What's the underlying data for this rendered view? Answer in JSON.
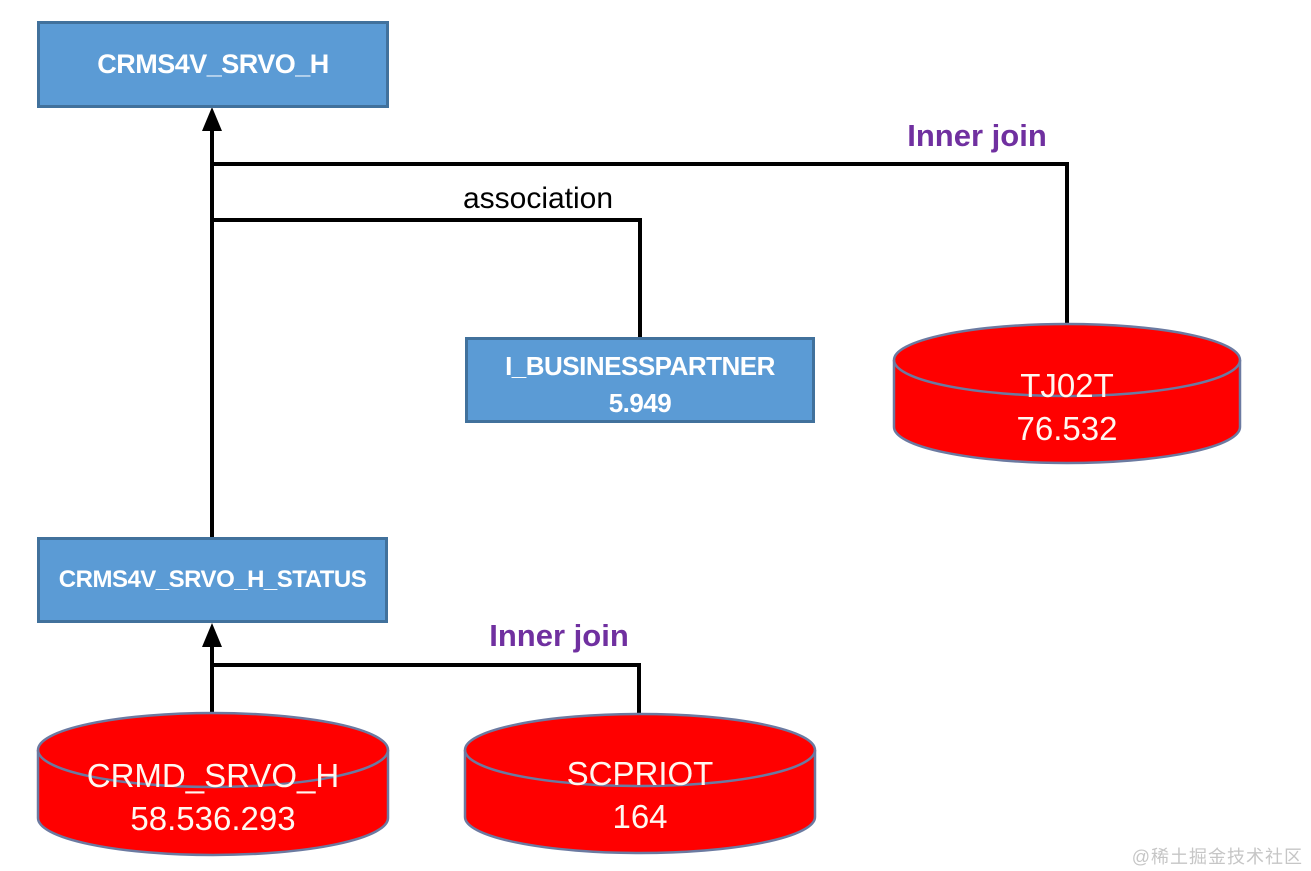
{
  "diagram": {
    "nodes": {
      "crms4v_srvo_h": {
        "label": "CRMS4V_SRVO_H"
      },
      "crms4v_srvo_h_status": {
        "label": "CRMS4V_SRVO_H_STATUS"
      },
      "i_businesspartner": {
        "label": "I_BUSINESSPARTNER",
        "count": "5.949"
      },
      "tj02t": {
        "label": "TJ02T",
        "count": "76.532"
      },
      "crmd_srvo_h": {
        "label": "CRMD_SRVO_H",
        "count": "58.536.293"
      },
      "scpriot": {
        "label": "SCPRIOT",
        "count": "164"
      }
    },
    "edge_labels": {
      "inner_join_top": "Inner join",
      "association": "association",
      "inner_join_bottom": "Inner join"
    },
    "colors": {
      "view_fill": "#5B9BD5",
      "view_border": "#41719C",
      "table_fill": "#FF0000",
      "table_border": "#6B7AA1",
      "join_label_color": "#7030A0",
      "connector_color": "#000000",
      "cylinder_text_color": "#FFF7F0",
      "watermark_color": "#C6C6C6"
    }
  },
  "watermark": {
    "text": "@稀土掘金技术社区"
  }
}
